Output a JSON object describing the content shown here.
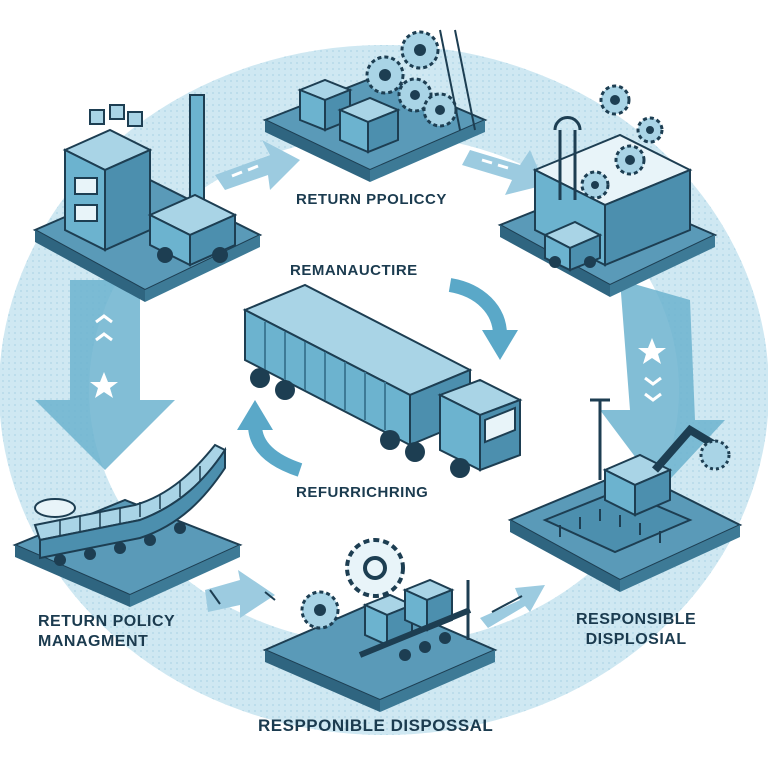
{
  "labels": {
    "top": "RETURN PPOLICCY",
    "center_top": "REMANAUCTIRE",
    "center_bottom": "REFURRICHRING",
    "left_line1": "RETURN POLICY",
    "left_line2": "MANAGMENT",
    "right_line1": "RESPONSIBLE",
    "right_line2": "DISPLOSIAL",
    "bottom": "RESPPONIBLE DISPOSSAL"
  },
  "colors": {
    "ring": "#bfe0ec",
    "ring_dark": "#6cb3cf",
    "platform_top": "#5a9ab8",
    "platform_side": "#2f6580",
    "outline": "#1d3e52",
    "light": "#a9d4e6",
    "text": "#1b3b4f"
  }
}
